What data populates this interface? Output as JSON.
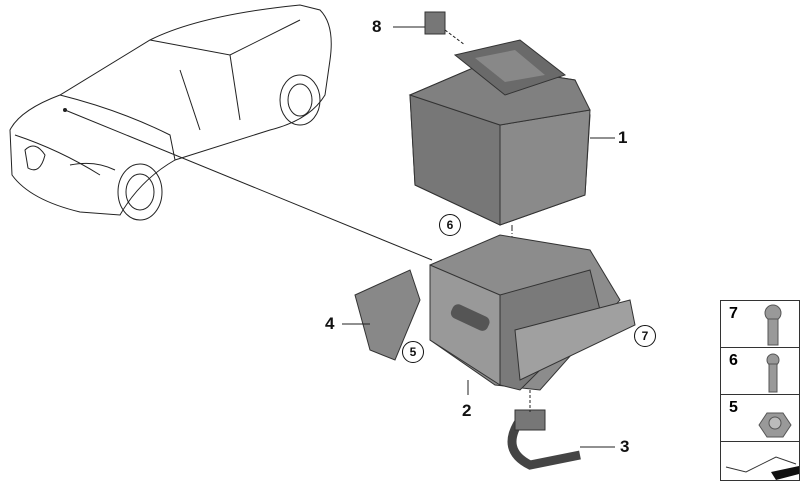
{
  "callouts": {
    "p1": "1",
    "p2": "2",
    "p3": "3",
    "p4": "4",
    "p5": "5",
    "p6": "6",
    "p7": "7",
    "p8": "8"
  },
  "legend": [
    {
      "number": "7",
      "icon": "bolt-icon"
    },
    {
      "number": "6",
      "icon": "bolt-icon"
    },
    {
      "number": "5",
      "icon": "nut-icon"
    },
    {
      "number": "",
      "icon": "tool-icon"
    }
  ]
}
